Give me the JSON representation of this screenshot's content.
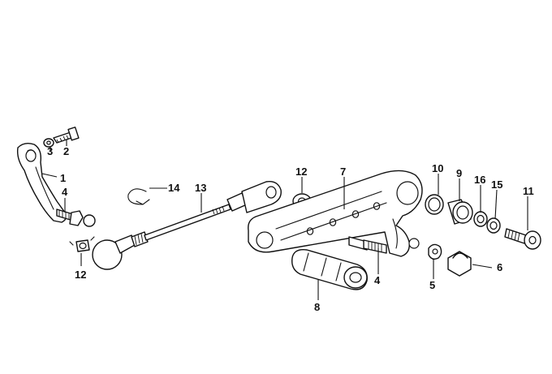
{
  "diagram": {
    "callouts": [
      {
        "id": "c1",
        "label": "1"
      },
      {
        "id": "c2",
        "label": "2"
      },
      {
        "id": "c3",
        "label": "3"
      },
      {
        "id": "c4a",
        "label": "4"
      },
      {
        "id": "c12a",
        "label": "12"
      },
      {
        "id": "c14",
        "label": "14"
      },
      {
        "id": "c13",
        "label": "13"
      },
      {
        "id": "c12b",
        "label": "12"
      },
      {
        "id": "c7",
        "label": "7"
      },
      {
        "id": "c10",
        "label": "10"
      },
      {
        "id": "c9",
        "label": "9"
      },
      {
        "id": "c16",
        "label": "16"
      },
      {
        "id": "c15",
        "label": "15"
      },
      {
        "id": "c11",
        "label": "11"
      },
      {
        "id": "c4b",
        "label": "4"
      },
      {
        "id": "c5",
        "label": "5"
      },
      {
        "id": "c6",
        "label": "6"
      },
      {
        "id": "c8",
        "label": "8"
      }
    ]
  }
}
